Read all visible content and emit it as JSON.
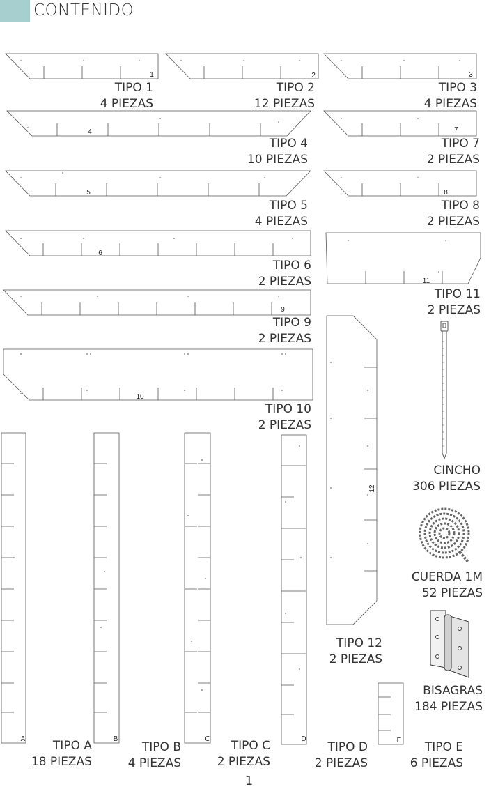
{
  "header": {
    "title": "CONTENIDO",
    "accent_color": "#a7cfcf"
  },
  "pieces": [
    {
      "id": "t1",
      "marker": "1",
      "name": "TIPO 1",
      "qty": "4 PIEZAS"
    },
    {
      "id": "t2",
      "marker": "2",
      "name": "TIPO 2",
      "qty": "12 PIEZAS"
    },
    {
      "id": "t3",
      "marker": "3",
      "name": "TIPO 3",
      "qty": "4 PIEZAS"
    },
    {
      "id": "t4",
      "marker": "4",
      "name": "TIPO 4",
      "qty": "10 PIEZAS"
    },
    {
      "id": "t7",
      "marker": "7",
      "name": "TIPO 7",
      "qty": "2 PIEZAS"
    },
    {
      "id": "t5",
      "marker": "5",
      "name": "TIPO 5",
      "qty": "4 PIEZAS"
    },
    {
      "id": "t8",
      "marker": "8",
      "name": "TIPO 8",
      "qty": "2 PIEZAS"
    },
    {
      "id": "t6",
      "marker": "6",
      "name": "TIPO 6",
      "qty": "2 PIEZAS"
    },
    {
      "id": "t11",
      "marker": "11",
      "name": "TIPO 11",
      "qty": "2 PIEZAS"
    },
    {
      "id": "t9",
      "marker": "9",
      "name": "TIPO 9",
      "qty": "2 PIEZAS"
    },
    {
      "id": "t10",
      "marker": "10",
      "name": "TIPO 10",
      "qty": "2 PIEZAS"
    },
    {
      "id": "t12",
      "marker": "12",
      "name": "TIPO 12",
      "qty": "2 PIEZAS"
    },
    {
      "id": "ta",
      "marker": "A",
      "name": "TIPO A",
      "qty": "18 PIEZAS"
    },
    {
      "id": "tb",
      "marker": "B",
      "name": "TIPO B",
      "qty": "4 PIEZAS"
    },
    {
      "id": "tc",
      "marker": "C",
      "name": "TIPO C",
      "qty": "2 PIEZAS"
    },
    {
      "id": "td",
      "marker": "D",
      "name": "TIPO D",
      "qty": "2 PIEZAS"
    },
    {
      "id": "te",
      "marker": "E",
      "name": "TIPO E",
      "qty": "6 PIEZAS"
    }
  ],
  "accessories": [
    {
      "id": "cincho",
      "name": "CINCHO",
      "qty": "306 PIEZAS",
      "icon": "cable-tie-icon"
    },
    {
      "id": "cuerda",
      "name": "CUERDA 1M",
      "qty": "52 PIEZAS",
      "icon": "rope-coil-icon"
    },
    {
      "id": "bisagras",
      "name": "BISAGRAS",
      "qty": "184 PIEZAS",
      "icon": "hinge-icon"
    }
  ],
  "page_number": "1"
}
